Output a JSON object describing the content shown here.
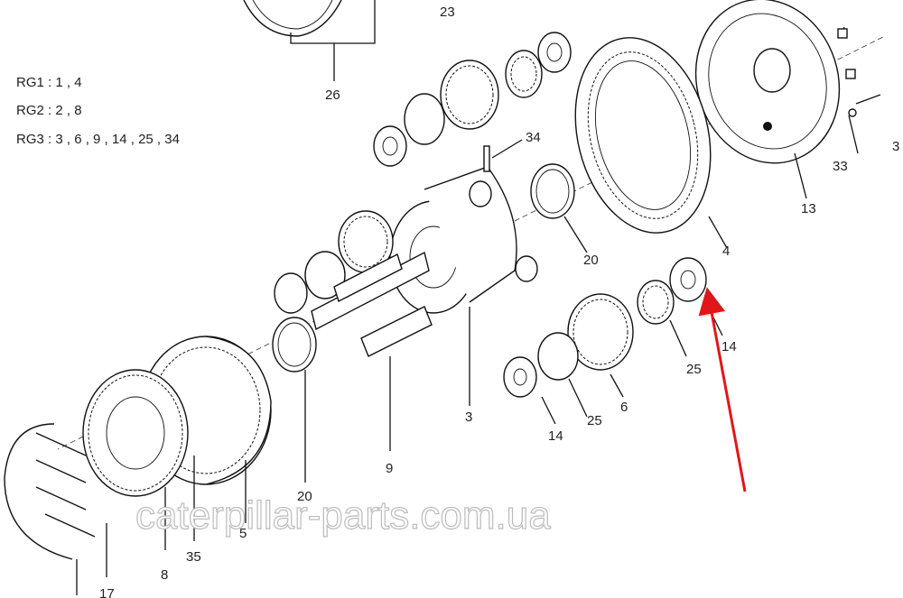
{
  "legend": [
    {
      "group": "RG1",
      "items": "1 , 4"
    },
    {
      "group": "RG2",
      "items": "2 , 8"
    },
    {
      "group": "RG3",
      "items": "3 , 6 , 9 , 14 , 25 , 34"
    }
  ],
  "callouts": {
    "p23": "23",
    "p26": "26",
    "p34": "34",
    "p13": "13",
    "p33": "33",
    "p3r": "3",
    "p4": "4",
    "p20a": "20",
    "p14a": "14",
    "p25a": "25",
    "p6": "6",
    "p25b": "25",
    "p14b": "14",
    "p3": "3",
    "p9": "9",
    "p20b": "20",
    "p5": "5",
    "p35": "35",
    "p8": "8",
    "p17": "17"
  },
  "watermark": "caterpillar-parts.com.ua",
  "colors": {
    "arrow": "#e0161b",
    "line": "#111111",
    "watermark_stroke": "#bbbbbb"
  }
}
